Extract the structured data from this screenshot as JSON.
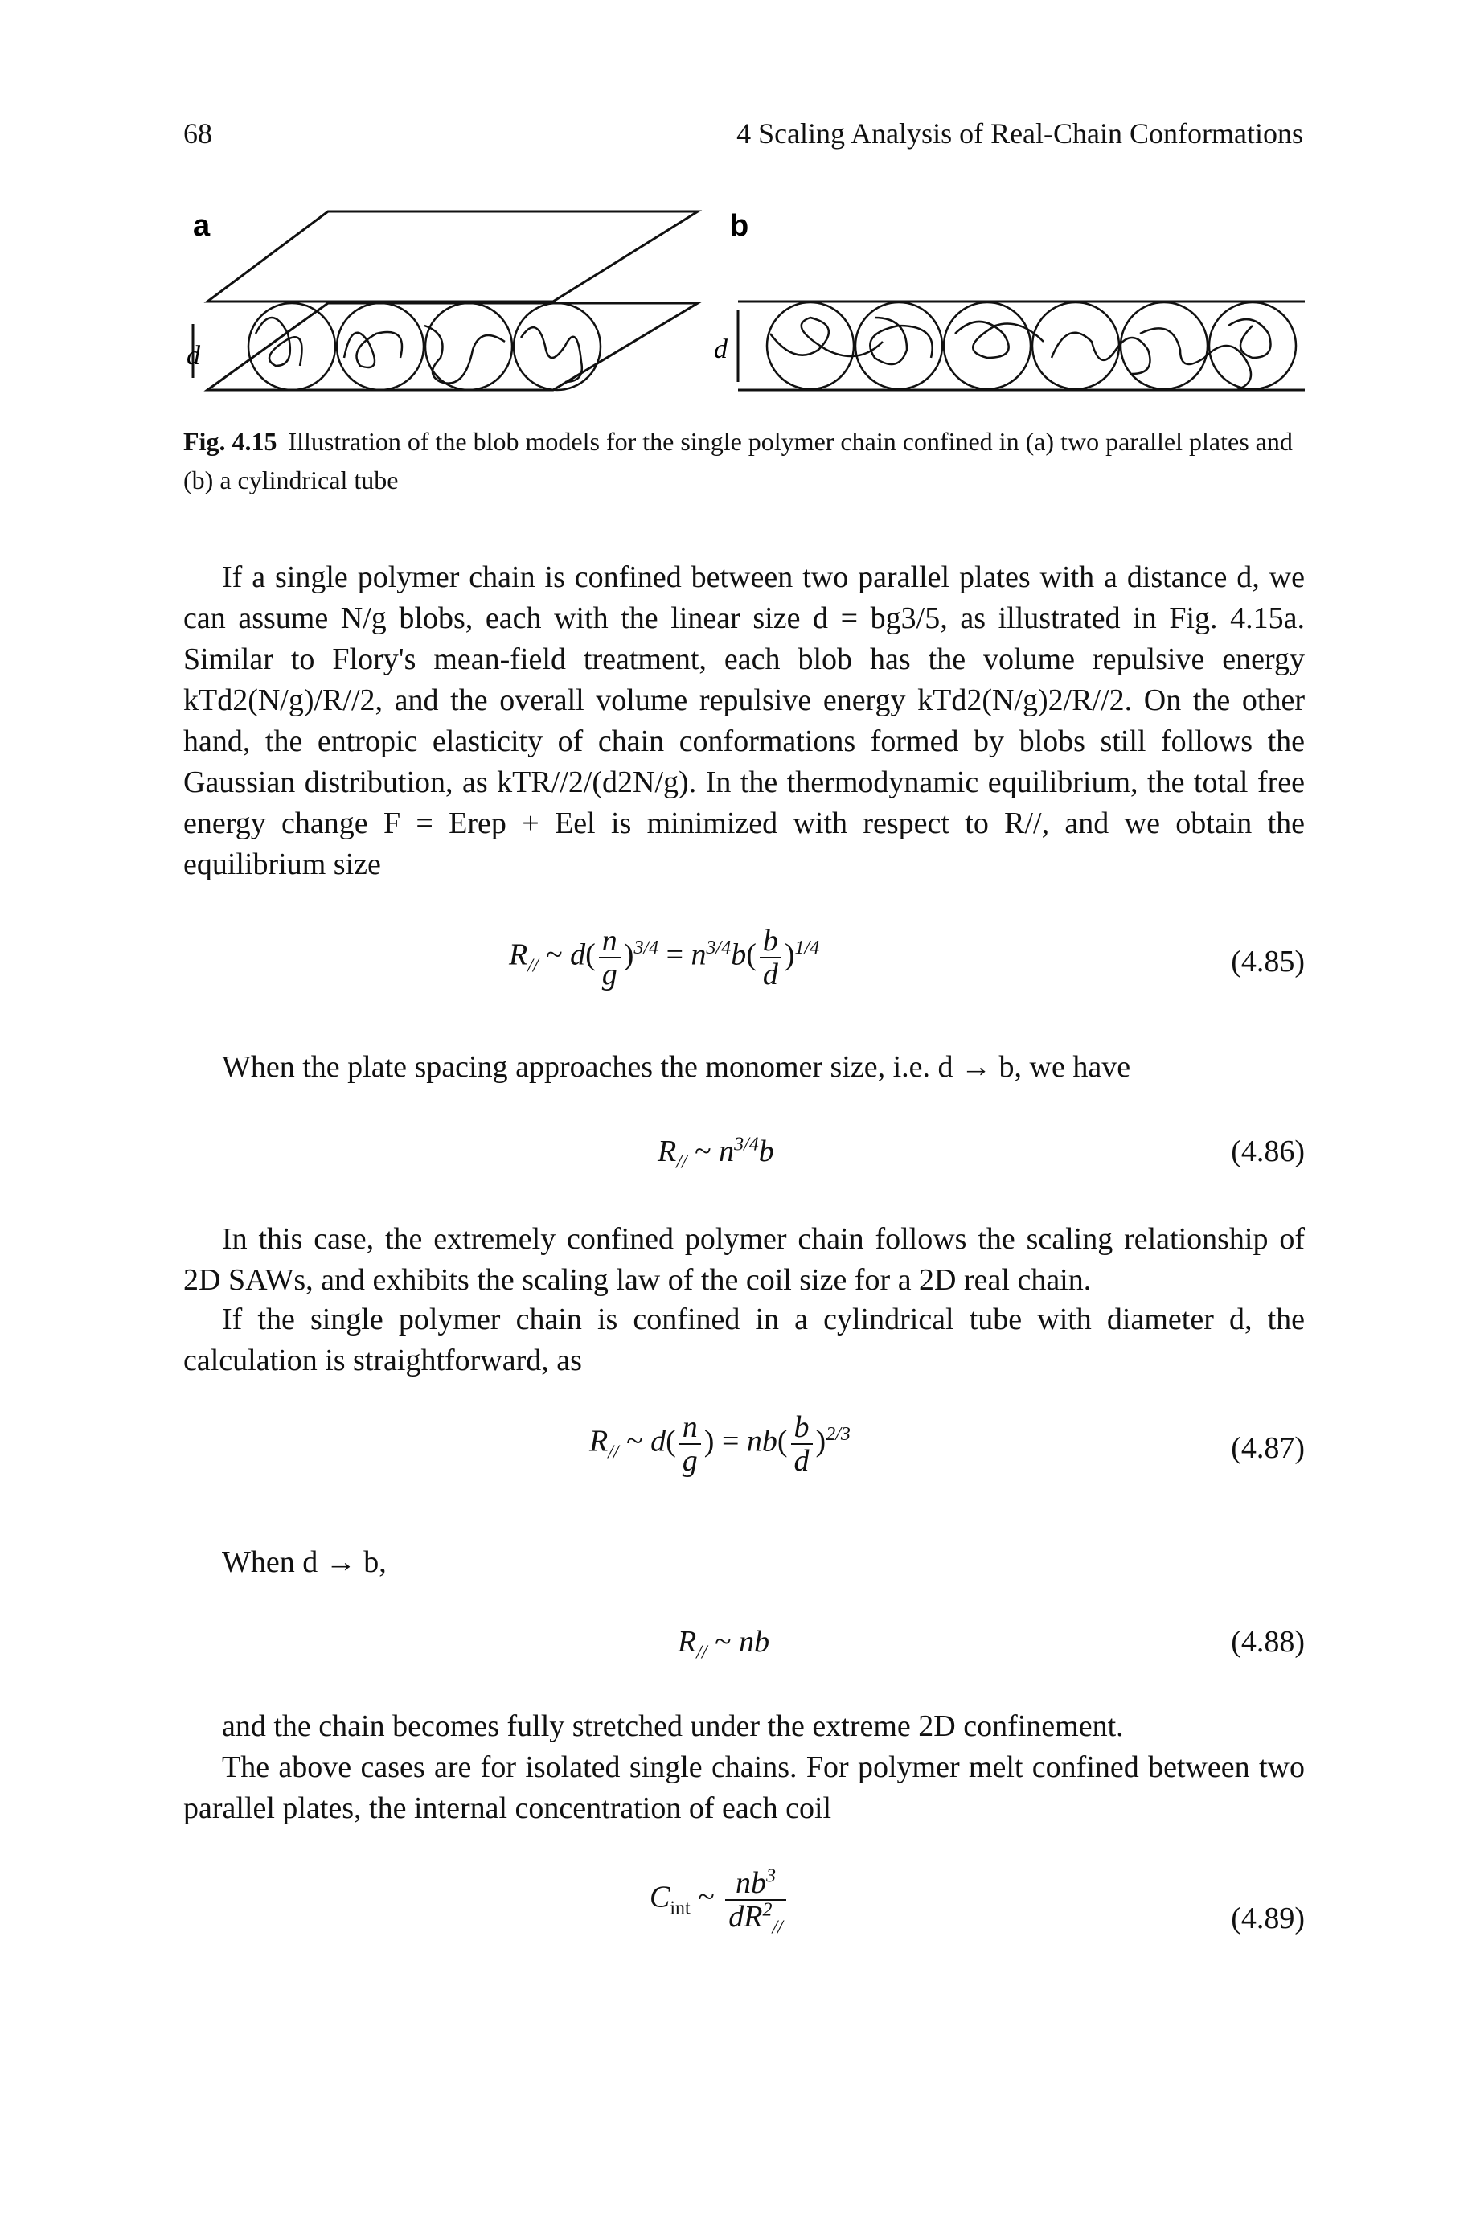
{
  "header": {
    "page_number": "68",
    "running_title": "4   Scaling Analysis of Real-Chain Conformations"
  },
  "figure": {
    "panel_a_label": "a",
    "panel_b_label": "b",
    "dim_label_a": "d",
    "dim_label_b": "d"
  },
  "caption": {
    "label": "Fig. 4.15",
    "text": "Illustration of the blob models for the single polymer chain confined in (a) two parallel plates and (b) a cylindrical tube"
  },
  "text": {
    "p1": "If a single polymer chain is confined between two parallel plates with a distance d, we can assume N/g blobs, each with the linear size d = bg3/5, as illustrated in Fig. 4.15a. Similar to Flory's mean-field treatment, each blob has the volume repulsive energy kTd2(N/g)/R//2, and the overall volume repulsive energy kTd2(N/g)2/R//2. On the other hand, the entropic elasticity of chain conformations formed by blobs still follows the Gaussian distribution, as kTR//2/(d2N/g). In the thermodynamic equilibrium, the total free energy change F = Erep + Eel is minimized with respect to R//, and we obtain the equilibrium size",
    "p2": "When the plate spacing approaches the monomer size, i.e. d → b, we have",
    "p3": "In this case, the extremely confined polymer chain follows the scaling relationship of 2D SAWs, and exhibits the scaling law of the coil size for a 2D real chain.",
    "p4": "If the single polymer chain is confined in a cylindrical tube with diameter d, the calculation is straightforward, as",
    "p5": "When d → b,",
    "p6": "and the chain becomes fully stretched under the extreme 2D confinement.",
    "p7": "The above cases are for isolated single chains. For polymer melt confined between two parallel plates, the internal concentration of each coil"
  },
  "equations": {
    "eq85_number": "(4.85)",
    "eq86_number": "(4.86)",
    "eq87_number": "(4.87)",
    "eq88_number": "(4.88)",
    "eq89_number": "(4.89)"
  }
}
